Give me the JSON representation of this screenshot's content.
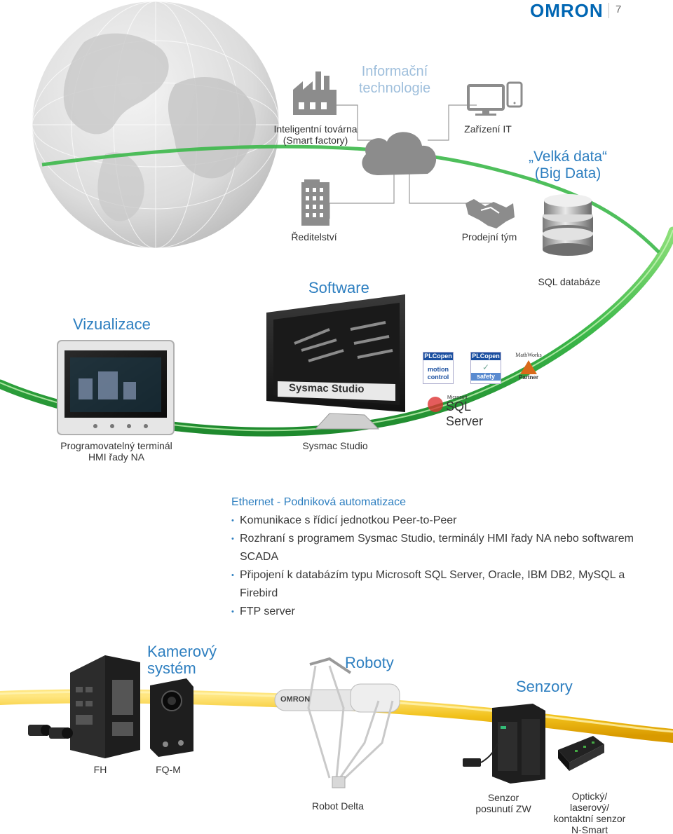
{
  "header": {
    "brand": "OMRON",
    "page_number": "7"
  },
  "it_layer": {
    "title_line1": "Informační",
    "title_line2": "technologie",
    "smart_factory_line1": "Inteligentní továrna",
    "smart_factory_line2": "(Smart factory)",
    "it_devices": "Zařízení IT",
    "big_data_line1": "„Velká data“",
    "big_data_line2": "(Big Data)",
    "management": "Ředitelství",
    "sales_team": "Prodejní tým",
    "sql_db": "SQL databáze",
    "software": "Software",
    "visualization": "Vizualizace"
  },
  "devices": {
    "hmi_line1": "Programovatelný terminál",
    "hmi_line2": "HMI řady NA",
    "studio": "Sysmac Studio",
    "studio_screen": "Sysmac Studio",
    "plcopen1_top": "PLCopen",
    "plcopen1_bottom_line1": "motion",
    "plcopen1_bottom_line2": "control",
    "plcopen2_top": "PLCopen",
    "plcopen2_bottom": "safety",
    "mathworks": "MathWorks",
    "mathworks_sub": "Partner",
    "ms_small": "Microsoft",
    "sql_server": "SQL Server"
  },
  "ethernet": {
    "title": "Ethernet - Podniková automatizace",
    "bullets": [
      "Komunikace s řídicí jednotkou Peer-to-Peer",
      "Rozhraní s programem Sysmac Studio, terminály HMI řady NA nebo softwarem SCADA",
      "Připojení k databázím typu Microsoft SQL Server, Oracle, IBM DB2, MySQL a Firebird",
      "FTP server"
    ]
  },
  "field": {
    "camera_line1": "Kamerový",
    "camera_line2": "systém",
    "robots": "Roboty",
    "sensors": "Senzory",
    "fh": "FH",
    "fqm": "FQ-M",
    "robot_delta": "Robot Delta",
    "zw_line1": "Senzor",
    "zw_line2": "posunutí ZW",
    "nsmart_line1": "Optický/",
    "nsmart_line2": "laserový/",
    "nsmart_line3": "kontaktní senzor",
    "nsmart_line4": "N-Smart",
    "robot_brand": "OMRON"
  },
  "colors": {
    "brand_blue": "#0066b3",
    "label_blue": "#2e7fc0",
    "ethernet_green": "#3cb84a",
    "fieldbus_yellow": "#f0c020",
    "icon_gray": "#8c8c8c"
  }
}
